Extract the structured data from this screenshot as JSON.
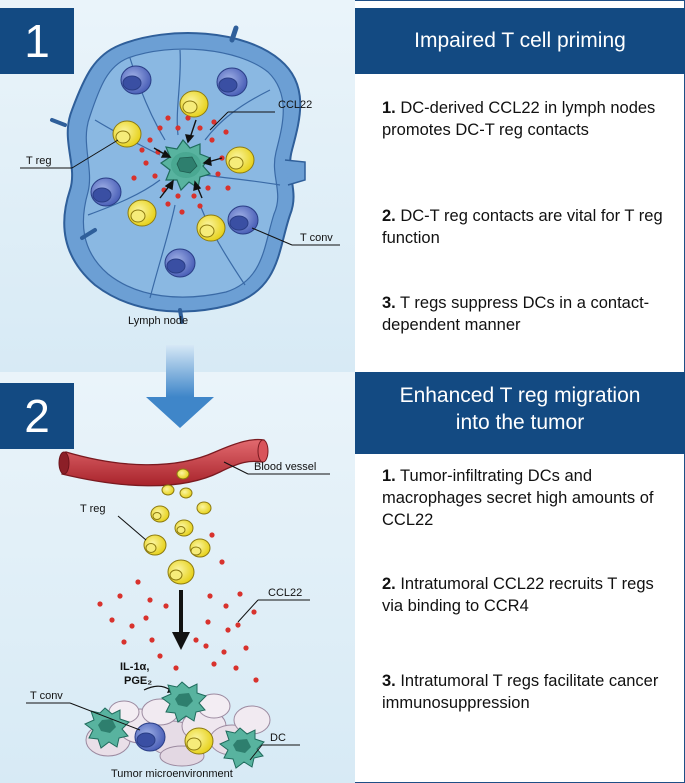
{
  "section1": {
    "number": "1",
    "title": "Impaired T cell priming",
    "points": [
      {
        "num": "1.",
        "text": " DC-derived CCL22 in lymph nodes promotes DC-T reg contacts"
      },
      {
        "num": "2.",
        "text": " DC-T reg contacts are vital for T reg function"
      },
      {
        "num": "3.",
        "text": " T regs suppress DCs in a contact-dependent manner"
      }
    ],
    "labels": {
      "ccl22": "CCL22",
      "treg": "T reg",
      "tconv": "T conv",
      "lymph_node": "Lymph node"
    }
  },
  "section2": {
    "number": "2",
    "title_line1": "Enhanced T reg migration",
    "title_line2": "into the tumor",
    "points": [
      {
        "num": "1.",
        "text": " Tumor-infiltrating DCs and macrophages secret high amounts of CCL22"
      },
      {
        "num": "2.",
        "text": " Intratumoral CCL22 recruits T regs via binding to CCR4"
      },
      {
        "num": "3.",
        "text": " Intratumoral T regs facilitate cancer immunosuppression"
      }
    ],
    "labels": {
      "blood_vessel": "Blood vessel",
      "treg": "T reg",
      "ccl22": "CCL22",
      "il1a": "IL-1α,",
      "pge2": "PGE₂",
      "tconv": "T conv",
      "dc": "DC",
      "tumor_micro": "Tumor microenvironment"
    }
  },
  "colors": {
    "navy": "#134a82",
    "treg_yellow": "#f2e23a",
    "tconv_blue": "#5e72c4",
    "dc_green": "#3e9a86",
    "ccl22_red": "#d8322d",
    "vessel_red": "#c9333a"
  }
}
